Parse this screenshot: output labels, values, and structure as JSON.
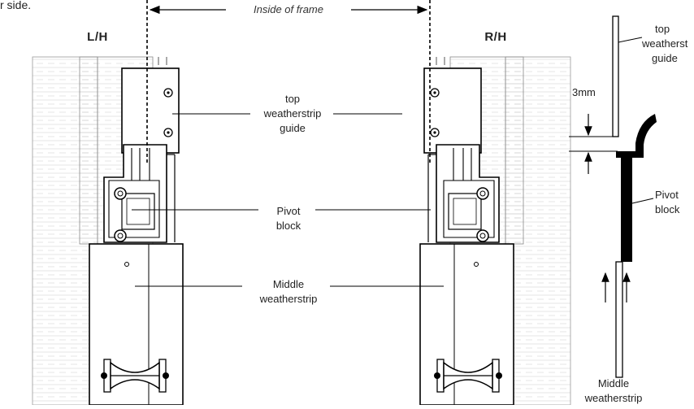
{
  "top_text": "r side.",
  "frame_label": "Inside of frame",
  "left_side": "L/H",
  "right_side": "R/H",
  "labels": {
    "guide_1": "top",
    "guide_2": "weatherstrip",
    "guide_3": "guide",
    "pivot_1": "Pivot",
    "pivot_2": "block",
    "middle_1": "Middle",
    "middle_2": "weatherstrip"
  },
  "detail": {
    "guide_1": "top",
    "guide_2": "weatherst",
    "guide_3": "guide",
    "gap": "3mm",
    "pivot_1": "Pivot",
    "pivot_2": "block",
    "middle_1": "Middle",
    "middle_2": "weatherstrip"
  }
}
